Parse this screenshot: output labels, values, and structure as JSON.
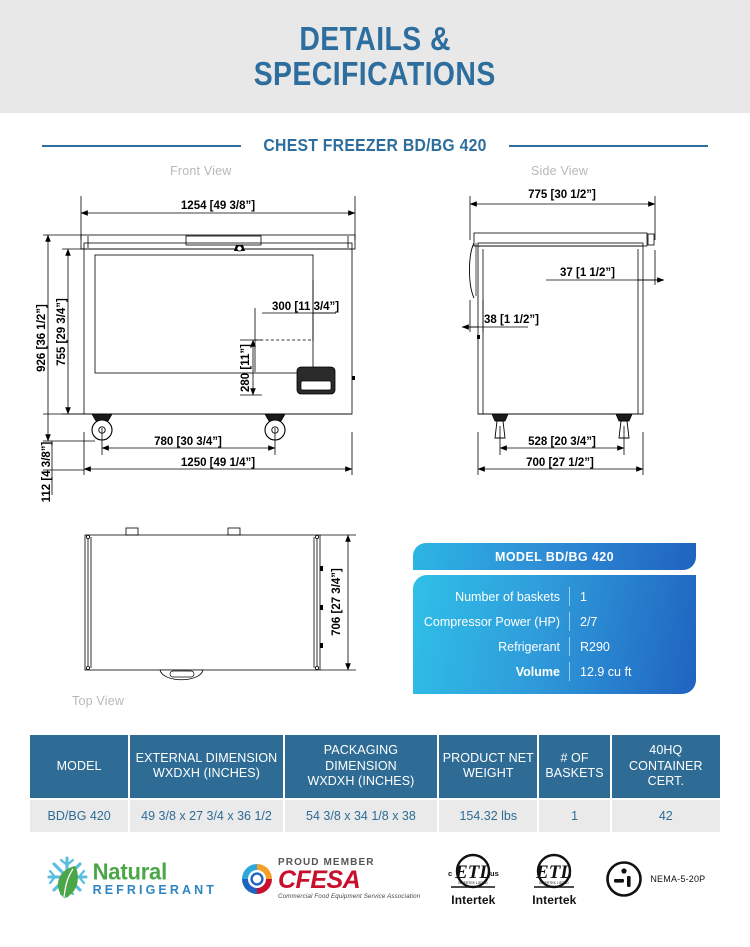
{
  "header": {
    "line1": "DETAILS &",
    "line2": "SPECIFICATIONS",
    "product_title": "CHEST FREEZER BD/BG 420",
    "accent_color": "#2d6e9e"
  },
  "views": {
    "front": {
      "caption": "Front View",
      "dimensions": {
        "overall_width_top": "1254 [49 3/8\"]",
        "overall_height": "926 [36 1/2\"]",
        "cabinet_height": "755 [29 3/4\"]",
        "caster_height": "112 [4 3/8\"]",
        "inner_offset_width": "300 [11 3/4\"]",
        "inner_offset_height": "280 [11\"]",
        "caster_span": "780 [30 3/4\"]",
        "base_width": "1250 [49 1/4\"]"
      }
    },
    "side": {
      "caption": "Side View",
      "dimensions": {
        "overall_depth_top": "775 [30 1/2\"]",
        "upper_offset": "37 [1 1/2\"]",
        "lower_offset": "38 [1 1/2\"]",
        "caster_span": "528 [20 3/4\"]",
        "base_depth": "700 [27 1/2\"]"
      }
    },
    "top": {
      "caption": "Top View",
      "dimensions": {
        "depth": "706 [27 3/4\"]"
      }
    }
  },
  "spec_panel": {
    "title": "MODEL BD/BG 420",
    "gradient_from": "#2fc0e8",
    "gradient_to": "#1f63c0",
    "rows": [
      {
        "label": "Number of baskets",
        "value": "1",
        "bold": false
      },
      {
        "label": "Compressor Power (HP)",
        "value": "2/7",
        "bold": false
      },
      {
        "label": "Refrigerant",
        "value": "R290",
        "bold": false
      },
      {
        "label": "Volume",
        "value": "12.9 cu ft",
        "bold": true
      }
    ]
  },
  "spec_table": {
    "header_color": "#2e6c96",
    "row_color": "#eaeaea",
    "columns": [
      "MODEL",
      "EXTERNAL DIMENSION WXDXH (INCHES)",
      "PACKAGING DIMENSION WXDXH (INCHES)",
      "PRODUCT NET WEIGHT",
      "# OF BASKETS",
      "40HQ CONTAINER CERT."
    ],
    "columns_split": [
      {
        "l1": "MODEL",
        "l2": ""
      },
      {
        "l1": "EXTERNAL DIMENSION",
        "l2": "WXDXH (INCHES)"
      },
      {
        "l1": "PACKAGING DIMENSION",
        "l2": "WXDXH (INCHES)"
      },
      {
        "l1": "PRODUCT NET",
        "l2": "WEIGHT"
      },
      {
        "l1": "# OF",
        "l2": "BASKETS"
      },
      {
        "l1": "40HQ",
        "l2": "CONTAINER CERT."
      }
    ],
    "rows": [
      {
        "model": "BD/BG 420",
        "external": "49 3/8 x 27 3/4 x 36 1/2",
        "packaging": "54 3/8 x 34 1/8 x 38",
        "weight": "154.32 lbs",
        "baskets": "1",
        "container": "42"
      }
    ]
  },
  "logos": {
    "natural_refrigerant": {
      "line1": "Natural",
      "line2": "REFRIGERANT",
      "leaf_color": "#4aa647",
      "snowflake_color": "#5bbde0"
    },
    "cfesa": {
      "proud_member": "PROUD MEMBER",
      "name": "CFESA",
      "subtitle": "Commercial Food Equipment Service Association",
      "color": "#c8102e"
    },
    "etl_us": {
      "mark": "ETL",
      "left": "c",
      "right": "us",
      "company": "Intertek"
    },
    "etl_plain": {
      "mark": "ETL",
      "company": "Intertek"
    },
    "nema": {
      "label": "NEMA-5-20P"
    }
  }
}
